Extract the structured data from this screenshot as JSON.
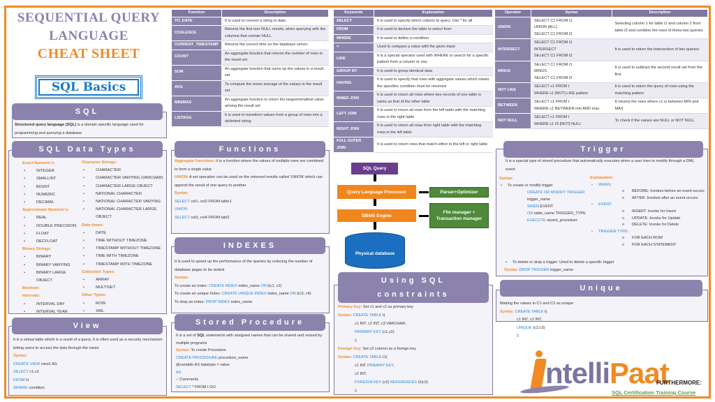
{
  "title": {
    "line1": "SEQUENTIAL QUERY",
    "line2": "LANGUAGE",
    "line3": "CHEAT SHEET",
    "basics": "SQL Basics"
  },
  "colors": {
    "accent": "#f08a24",
    "header": "#8b83ad",
    "keyword": "#2a86d1",
    "diagram_purple": "#6a3e8c",
    "diagram_orange": "#f0861e",
    "diagram_green": "#4e8a3a",
    "diagram_blue": "#1a6fc0"
  },
  "sql": {
    "header": "SQL",
    "lines": [
      {
        "kind": "text",
        "s": [
          [
            "Structured query language (SQL)",
            "b"
          ],
          [
            " is a domain specific language used for programming and querying a database",
            ""
          ]
        ]
      }
    ]
  },
  "data_types": {
    "header": "SQL Data Types",
    "col1": [
      {
        "group": "Exact Numeric's:",
        "items": [
          "INTEGER",
          "SMALLINT",
          "BIGINT",
          "NUMERIC",
          "DECIMAL"
        ]
      },
      {
        "group": "Approximate Numeric's:",
        "items": [
          "REAL",
          "DOUBLE PRECISION",
          "FLOAT",
          "DECFLOAT"
        ]
      },
      {
        "group": "Binary Strings:",
        "items": [
          "BINARY",
          "BINARY VARYING",
          "BINARY LARGE OBJECT"
        ]
      },
      {
        "group": "Boolean:",
        "items": []
      },
      {
        "group": "Intervals:",
        "items": [
          "INTERVAL DAY",
          "INTERVAL YEAR"
        ]
      }
    ],
    "col2": [
      {
        "group": "Character Strings:",
        "items": [
          "CHARACTER",
          "CHARACTER VARYING (VARCHAR)",
          "CHARACTER LARGE OBJECT",
          "NATIONAL CHARACTER",
          "NATIONAL CHARACTER VARYING",
          "NATIONAL CHARACTER LARGE OBJECT"
        ]
      },
      {
        "group": "Date times:",
        "items": [
          "DATE",
          "TIME WITHOUT TIMEZONE",
          "TIMESTAMP WITHOUT TIMEZONE",
          "TIME WITH TIMEZONE",
          "TIMESTAMP WITH TIMEZONE"
        ]
      },
      {
        "group": "Collection Types:",
        "items": [
          "ARRAY",
          "MULTISET"
        ]
      },
      {
        "group": "Other Types:",
        "items": [
          "ROW",
          "XML"
        ]
      }
    ]
  },
  "view": {
    "header": "View",
    "lines": [
      {
        "kind": "text",
        "s": [
          [
            "It is a virtual table which is a result of a query. It is often used as a security mechanism letting users to access the data through the views",
            ""
          ]
        ]
      },
      {
        "kind": "text",
        "s": [
          [
            "Syntax",
            "o"
          ],
          [
            ":",
            ""
          ]
        ]
      },
      {
        "kind": "text",
        "s": [
          [
            "CREATE VIEW",
            "k"
          ],
          [
            " view1 AS",
            ""
          ]
        ]
      },
      {
        "kind": "text",
        "s": [
          [
            "SELECT",
            "k"
          ],
          [
            " c1,c2",
            ""
          ]
        ]
      },
      {
        "kind": "text",
        "s": [
          [
            "FROM",
            "k"
          ],
          [
            " t1",
            ""
          ]
        ]
      },
      {
        "kind": "text",
        "s": [
          [
            "WHERE",
            "k"
          ],
          [
            " condition",
            ""
          ]
        ]
      }
    ]
  },
  "functions_table": {
    "headers": [
      "Function",
      "Description"
    ],
    "rows": [
      [
        "TO_DATE",
        "It is used to convert a string to date."
      ],
      [
        "COALESCE",
        "Returns the first non NULL results, when querying with the columns that contain NULL"
      ],
      [
        "CURRENT_TIMESTAMP",
        "Returns the correct time on the database server"
      ],
      [
        "COUNT",
        "An aggregate function that returns the number of rows in the result set"
      ],
      [
        "SUM",
        "An aggregate function that sums up the values in a result set"
      ],
      [
        "AVG",
        "To compute the mean average of the values in the result set"
      ],
      [
        "MIN/MAX",
        "An aggregate function to return the largest/smallest value among the result set"
      ],
      [
        "LISTAGG",
        "It is used to transform values from a group of rows into a delimited string"
      ]
    ]
  },
  "functions": {
    "header": "Functions",
    "lines": [
      {
        "kind": "text",
        "s": [
          [
            "Aggregate Functions",
            "o"
          ],
          [
            ": It is a function where the values of multiple rows are combined to form a single value",
            ""
          ]
        ]
      },
      {
        "kind": "text",
        "s": [
          [
            "UNION",
            "o"
          ],
          [
            ": A set operation can be used on the returned results called 'UNION' which can append the result of one query to another",
            ""
          ]
        ]
      },
      {
        "kind": "text",
        "s": [
          [
            "Syntax",
            "o"
          ],
          [
            ":",
            ""
          ]
        ]
      },
      {
        "kind": "text",
        "s": [
          [
            "SELECT",
            "k"
          ],
          [
            " col1, col2 FROM table1",
            ""
          ]
        ]
      },
      {
        "kind": "text",
        "s": [
          [
            "UNION",
            "k"
          ]
        ]
      },
      {
        "kind": "text",
        "s": [
          [
            "SELECT",
            "k"
          ],
          [
            " col3, col4 FROM tabl2",
            ""
          ]
        ]
      }
    ]
  },
  "indexes": {
    "header": "INDEXES",
    "lines": [
      {
        "kind": "text",
        "s": [
          [
            "It is used to speed up the performance of the queries by reducing the number of database pages to be visited",
            ""
          ]
        ]
      },
      {
        "kind": "text",
        "s": [
          [
            "Syntax",
            "o"
          ],
          [
            ":",
            ""
          ]
        ]
      },
      {
        "kind": "text",
        "s": [
          [
            "To create an index: ",
            ""
          ],
          [
            "CREATE INDEX",
            "k"
          ],
          [
            " index_name ",
            ""
          ],
          [
            "ON",
            "k"
          ],
          [
            " t(c1, c2)",
            ""
          ]
        ]
      },
      {
        "kind": "text",
        "s": [
          [
            "To create an unique Index: ",
            ""
          ],
          [
            "CREATE UNIQUE INDEX",
            "k"
          ],
          [
            " index_name ",
            ""
          ],
          [
            "ON",
            "k"
          ],
          [
            " t(c3, c4)",
            ""
          ]
        ]
      },
      {
        "kind": "text",
        "s": [
          [
            "To drop an index: ",
            ""
          ],
          [
            "DROP INDEX",
            "k"
          ],
          [
            " index_name",
            ""
          ]
        ]
      }
    ]
  },
  "stored_procedure": {
    "header": "Stored Procedure",
    "lines": [
      {
        "kind": "text",
        "s": [
          [
            "It is a set of ",
            ""
          ],
          [
            "SQL",
            "b"
          ],
          [
            " statements with assigned names that can be shared and reused by multiple programs",
            ""
          ]
        ]
      },
      {
        "kind": "text",
        "s": [
          [
            "Syntax",
            "o"
          ],
          [
            ": To create Procedure",
            ""
          ]
        ]
      },
      {
        "kind": "text",
        "s": [
          [
            "CREATE PROCEDURE",
            "k"
          ],
          [
            " procedure_name",
            ""
          ]
        ]
      },
      {
        "kind": "text",
        "s": [
          [
            " @variable AS datatype = value",
            ""
          ]
        ]
      },
      {
        "kind": "text",
        "s": [
          [
            " AS",
            "k"
          ]
        ]
      },
      {
        "kind": "text",
        "s": [
          [
            " -- Comments",
            ""
          ]
        ]
      },
      {
        "kind": "text",
        "s": [
          [
            "SELECT",
            "k"
          ],
          [
            " * FROM t GO",
            ""
          ]
        ]
      }
    ]
  },
  "keywords_table": {
    "headers": [
      "Keywords",
      "Explanation"
    ],
    "rows": [
      [
        "SELECT",
        "It is used to specify which column to query. Use * for all"
      ],
      [
        "FROM",
        "It is used to declare the table to select from"
      ],
      [
        "WHERE",
        "It is used to define a condition"
      ],
      [
        "=",
        "Used to compare a value with the given input"
      ],
      [
        "LIKE",
        "It is a special operator used with WHERE to search for a specific pattern from a column or row"
      ],
      [
        "GROUP BY",
        "It is used to group identical data"
      ],
      [
        "HAVING",
        "It is used to specify that rows with aggregate values which meets the specifies condition must be returned"
      ],
      [
        "INNER JOIN",
        "It is used to return all rows where key records of one table is same as that of the other table"
      ],
      [
        "LEFT JOIN",
        "It is used to return all rows from the left table with the matching rows in the right table"
      ],
      [
        "RIGHT JOIN",
        "It is used to return all rows from right table with the matching rows in the left table"
      ],
      [
        "FULL OUTER JOIN",
        "It is used to return rows that match either in the left or right table"
      ]
    ]
  },
  "diagram": {
    "sql_query": "SQL Query",
    "processor": "Query Language Processor",
    "parser": "Parser+Optimizer",
    "engine": "DBMS Engine",
    "file_manager": "File manager + Transaction manager",
    "database": "Physical database"
  },
  "constraints": {
    "header_line1": "Using SQL",
    "header_line2": "constraints",
    "lines": [
      {
        "kind": "text",
        "s": [
          [
            "Primary Key",
            "o"
          ],
          [
            ": Set c1 and c2 as primary key",
            ""
          ]
        ]
      },
      {
        "kind": "text",
        "s": [
          [
            "Syntax",
            "o"
          ],
          [
            ": ",
            ""
          ],
          [
            "CREATE TABLE",
            "k"
          ],
          [
            " t(",
            ""
          ]
        ]
      },
      {
        "kind": "code",
        "s": [
          [
            "c1 INT, c2 INT, c3 VARCHAR,",
            ""
          ]
        ]
      },
      {
        "kind": "code",
        "s": [
          [
            "PRIMARY KEY",
            "k"
          ],
          [
            " (c1,c2)",
            ""
          ]
        ]
      },
      {
        "kind": "code",
        "s": [
          [
            ");",
            ""
          ]
        ]
      },
      {
        "kind": "text",
        "s": [
          [
            "Foreign Key",
            "o"
          ],
          [
            ": Set c2 column as a foreign key",
            ""
          ]
        ]
      },
      {
        "kind": "text",
        "s": [
          [
            "Syntax",
            "o"
          ],
          [
            ": ",
            ""
          ],
          [
            "CREATE TABLE",
            "k"
          ],
          [
            " t1(",
            ""
          ]
        ]
      },
      {
        "kind": "code",
        "s": [
          [
            "c1 INT ",
            ""
          ],
          [
            "PRIMARY KEY",
            "k"
          ],
          [
            ",",
            ""
          ]
        ]
      },
      {
        "kind": "code",
        "s": [
          [
            "c2 INT,",
            ""
          ]
        ]
      },
      {
        "kind": "code",
        "s": [
          [
            "FOREIGN KEY",
            "k"
          ],
          [
            " (c2) ",
            ""
          ],
          [
            "REFERENCES",
            "k"
          ],
          [
            " t2(c2)",
            ""
          ]
        ]
      },
      {
        "kind": "code",
        "s": [
          [
            ");",
            ""
          ]
        ]
      }
    ]
  },
  "operators_table": {
    "headers": [
      "Operator",
      "Syntax",
      "Description"
    ],
    "rows": [
      [
        "UNION",
        "SELECT C1 FROM t1\nUNION [ALL]\nSELECT C1 FROM t2",
        "Selecting column 1 for table t1 and column 2 from table t2 and combine the rows of these two queries"
      ],
      [
        "INTERSECT",
        "SELECT C1 FROM t1\nINTERSECT\nSELECT C1 FROM t2",
        "It is used to return the intersection of two queries"
      ],
      [
        "MINUS",
        "SELECT C1 FROM t1\nMINUS\nSELECT C1 FROM t2",
        "It is used to subtract the second result set from the first"
      ],
      [
        "NOT LIKE",
        "SELECT c1 FROM t\nWHERE c1 [NOT] LIKE pattern",
        "It is used to return the query of rows using the matching pattern"
      ],
      [
        "BETWEEN",
        "SELECT c1 FROM t\nWHERE c1 BETWEEN min AND max",
        "It returns the rows where c1 is between MIN and MAX"
      ],
      [
        "NOT NULL",
        "SELECT c1 FROM t\nWHERE c1 IS [NOT] NULL",
        "To check if the values are NULL or NOT NULL"
      ]
    ]
  },
  "trigger": {
    "header": "Trigger",
    "intro": [
      {
        "kind": "text",
        "s": [
          [
            "It is a special type of stored procedure that automatically executes when a user tries to modify through a DML event",
            ""
          ]
        ]
      }
    ],
    "syntax": [
      {
        "kind": "text",
        "s": [
          [
            "Syntax:",
            "o"
          ]
        ]
      },
      {
        "kind": "bullet",
        "s": [
          [
            "To create or modify trigger",
            ""
          ]
        ]
      },
      {
        "kind": "code2",
        "s": [
          [
            "CREATE OR MODIFY TRIGGER",
            "k"
          ]
        ]
      },
      {
        "kind": "code2",
        "s": [
          [
            "trigger_name",
            ""
          ]
        ]
      },
      {
        "kind": "code2",
        "s": [
          [
            "WHEN",
            "k"
          ],
          [
            " EVENT",
            ""
          ]
        ]
      },
      {
        "kind": "code2",
        "s": [
          [
            "ON",
            "k"
          ],
          [
            " table_name TRIGGER_TYPE",
            ""
          ]
        ]
      },
      {
        "kind": "code2",
        "s": [
          [
            "EXECUTE",
            "k"
          ],
          [
            " stored_procedure",
            ""
          ]
        ]
      }
    ],
    "explanation": [
      {
        "kind": "text",
        "s": [
          [
            "Explanation:",
            "o"
          ]
        ]
      },
      {
        "kind": "kb",
        "s": [
          [
            "WHEN:",
            "k"
          ]
        ]
      },
      {
        "kind": "sub",
        "s": [
          [
            "BEFORE: Invokes before an event occurs",
            ""
          ]
        ]
      },
      {
        "kind": "sub",
        "s": [
          [
            "AFTER: Invokes after an event occurs",
            ""
          ]
        ]
      },
      {
        "kind": "kb",
        "s": [
          [
            "EVENT:",
            "k"
          ]
        ]
      },
      {
        "kind": "sub",
        "s": [
          [
            "INSERT: Invoke for Insert",
            ""
          ]
        ]
      },
      {
        "kind": "sub",
        "s": [
          [
            "UPDATE: Invoke for Update",
            ""
          ]
        ]
      },
      {
        "kind": "sub",
        "s": [
          [
            "DELETE: Invoke for Delete",
            ""
          ]
        ]
      },
      {
        "kind": "kb",
        "s": [
          [
            "TRIGGER TYPE:",
            "k"
          ]
        ]
      },
      {
        "kind": "sub",
        "s": [
          [
            "FOR EACH ROW",
            ""
          ]
        ]
      },
      {
        "kind": "sub",
        "s": [
          [
            "FOR EACH STATEMENT",
            ""
          ]
        ]
      }
    ],
    "drop": [
      {
        "kind": "bullet",
        "s": [
          [
            "To delete or drop a trigger: Used to delete a specific trigger",
            ""
          ]
        ]
      },
      {
        "kind": "text",
        "s": [
          [
            "Syntax",
            "o"
          ],
          [
            ": ",
            ""
          ],
          [
            "DROP TRIGGER",
            "k"
          ],
          [
            " trigger_name",
            ""
          ]
        ]
      }
    ]
  },
  "unique": {
    "header": "Unique",
    "lines": [
      {
        "kind": "text",
        "s": [
          [
            "Making the values in C1 and C2 as unique",
            ""
          ]
        ]
      },
      {
        "kind": "text",
        "s": [
          [
            "Syntax",
            "o"
          ],
          [
            ": ",
            ""
          ],
          [
            "CREATE TABLE",
            "k"
          ],
          [
            " t(",
            ""
          ]
        ]
      },
      {
        "kind": "code",
        "s": [
          [
            "c1 INT, c1 INT,",
            ""
          ]
        ]
      },
      {
        "kind": "code",
        "s": [
          [
            "UNIQUE",
            "k"
          ],
          [
            " (c2,c3)",
            ""
          ]
        ]
      },
      {
        "kind": "code",
        "s": [
          [
            ");",
            ""
          ]
        ]
      }
    ]
  },
  "footer": {
    "logo_text": "IntelliPaat",
    "furthermore": "FURTHERMORE:",
    "course_link": "SQL Certification Training Course"
  }
}
